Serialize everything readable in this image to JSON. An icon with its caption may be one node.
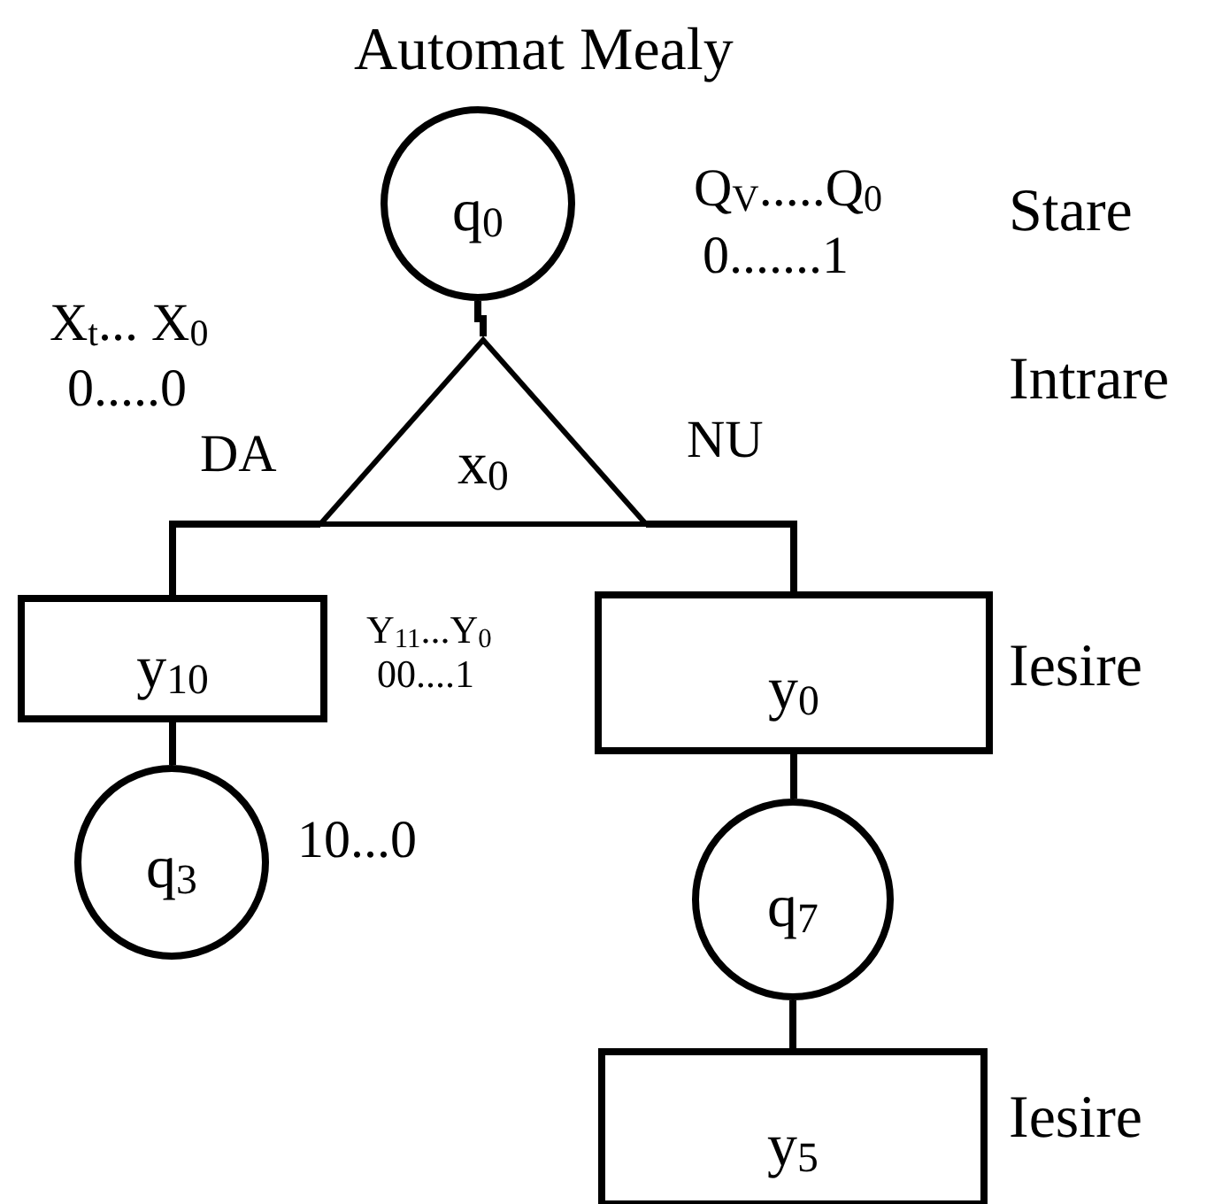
{
  "diagram": {
    "title": "Automat Mealy",
    "nodes": [
      {
        "text": [
          "q$_{0}$"
        ]
      },
      {
        "text": [
          "x$_{0}$"
        ]
      },
      {
        "text": [
          "y$_{10}$"
        ]
      },
      {
        "text": [
          "q$_{3}$"
        ]
      },
      {
        "text": [
          "y$_{0}$"
        ]
      },
      {
        "text": [
          "q$_{7}$"
        ]
      },
      {
        "text": [
          "y$_{5}$"
        ]
      }
    ],
    "edges": [
      {
        "from": 0,
        "to": 1,
        "arrow": "none"
      },
      {
        "from": 1,
        "to": 2,
        "arrow": "none",
        "label": "DA"
      },
      {
        "from": 1,
        "to": 4,
        "arrow": "none",
        "label": "NU"
      },
      {
        "from": 2,
        "to": 3,
        "arrow": "none"
      },
      {
        "from": 4,
        "to": 5,
        "arrow": "none"
      },
      {
        "from": 5,
        "to": 6,
        "arrow": "none"
      }
    ],
    "labels": [
      "Q$_{V}$.....Q$_{0}$",
      "0.......1",
      "Stare",
      "X$_{t}$... X$_{0}$",
      "0.....0",
      "Intrare",
      "Y$_{11}$...Y$_{0}$",
      "00....1",
      "Iesire",
      "10...0",
      "Iesire"
    ]
  }
}
